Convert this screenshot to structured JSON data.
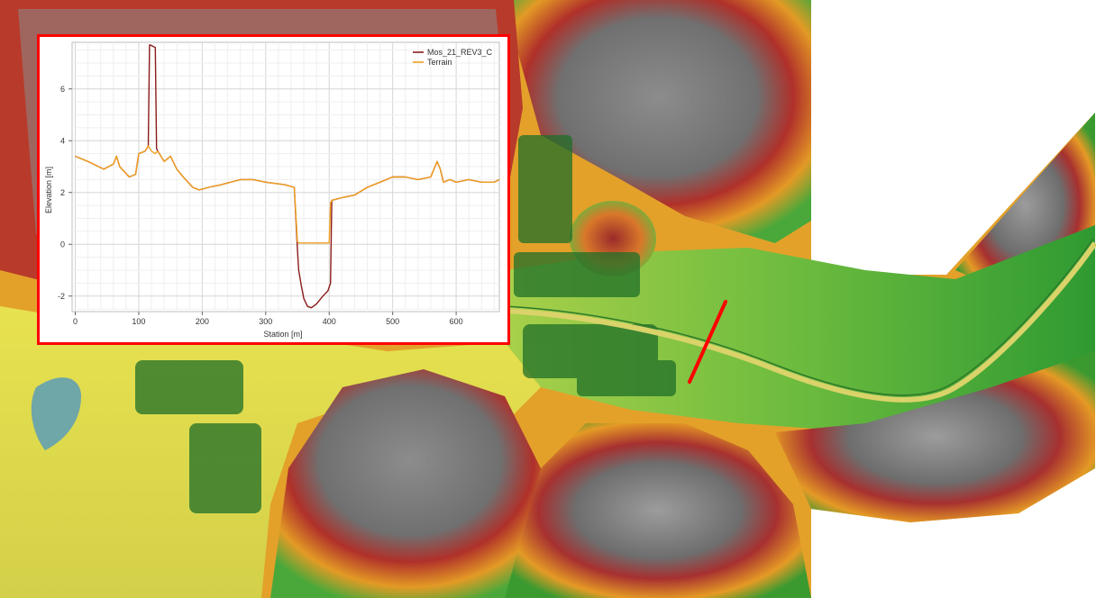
{
  "map": {
    "section_line_color": "#ff0000",
    "colors": {
      "low_plain": "#d7d54a",
      "valley": "#4fa83a",
      "mid": "#e8a420",
      "high": "#b8322a",
      "peak": "#9a9a9a",
      "water": "#6fa6a8"
    }
  },
  "inset": {
    "border_color": "#ff0000"
  },
  "chart_data": {
    "type": "line",
    "xlabel": "Station [m]",
    "ylabel": "Elevation [m]",
    "xlim": [
      -5,
      668
    ],
    "ylim": [
      -2.6,
      7.8
    ],
    "xticks": [
      0,
      100,
      200,
      300,
      400,
      500,
      600
    ],
    "yticks": [
      -2,
      0,
      2,
      4,
      6
    ],
    "grid": true,
    "legend_position": "top-right",
    "series": [
      {
        "name": "Mos_21_REV3_C",
        "color": "#8b1a1a",
        "x": [
          0,
          20,
          45,
          60,
          65,
          70,
          85,
          95,
          100,
          110,
          115,
          117,
          118,
          126,
          128,
          130,
          140,
          150,
          160,
          170,
          185,
          195,
          210,
          230,
          260,
          280,
          300,
          330,
          345,
          350,
          352,
          356,
          360,
          366,
          372,
          380,
          390,
          398,
          402,
          404,
          420,
          440,
          460,
          480,
          500,
          520,
          540,
          560,
          570,
          575,
          580,
          590,
          600,
          620,
          640,
          660,
          668
        ],
        "y": [
          3.4,
          3.2,
          2.9,
          3.1,
          3.4,
          3.0,
          2.6,
          2.7,
          3.5,
          3.6,
          3.8,
          7.7,
          7.7,
          7.6,
          3.7,
          3.6,
          3.2,
          3.4,
          2.9,
          2.6,
          2.2,
          2.1,
          2.2,
          2.3,
          2.5,
          2.5,
          2.4,
          2.3,
          2.2,
          -0.2,
          -1.0,
          -1.6,
          -2.1,
          -2.4,
          -2.45,
          -2.3,
          -2.0,
          -1.8,
          -1.5,
          1.7,
          1.8,
          1.9,
          2.2,
          2.4,
          2.6,
          2.6,
          2.5,
          2.6,
          3.2,
          2.9,
          2.4,
          2.5,
          2.4,
          2.5,
          2.4,
          2.4,
          2.5
        ]
      },
      {
        "name": "Terrain",
        "color": "#f0a020",
        "x": [
          0,
          20,
          45,
          60,
          65,
          70,
          85,
          95,
          100,
          110,
          115,
          120,
          126,
          130,
          140,
          150,
          160,
          170,
          185,
          195,
          210,
          230,
          260,
          280,
          300,
          330,
          345,
          350,
          352,
          356,
          360,
          380,
          398,
          400,
          402,
          404,
          420,
          440,
          460,
          480,
          500,
          520,
          540,
          560,
          570,
          575,
          580,
          590,
          600,
          620,
          640,
          660,
          668
        ],
        "y": [
          3.4,
          3.2,
          2.9,
          3.1,
          3.4,
          3.0,
          2.6,
          2.7,
          3.5,
          3.6,
          3.8,
          3.6,
          3.5,
          3.6,
          3.2,
          3.4,
          2.9,
          2.6,
          2.2,
          2.1,
          2.2,
          2.3,
          2.5,
          2.5,
          2.4,
          2.3,
          2.2,
          0.1,
          0.05,
          0.05,
          0.05,
          0.05,
          0.05,
          0.05,
          1.6,
          1.7,
          1.8,
          1.9,
          2.2,
          2.4,
          2.6,
          2.6,
          2.5,
          2.6,
          3.2,
          2.9,
          2.4,
          2.5,
          2.4,
          2.5,
          2.4,
          2.4,
          2.5
        ]
      }
    ]
  }
}
